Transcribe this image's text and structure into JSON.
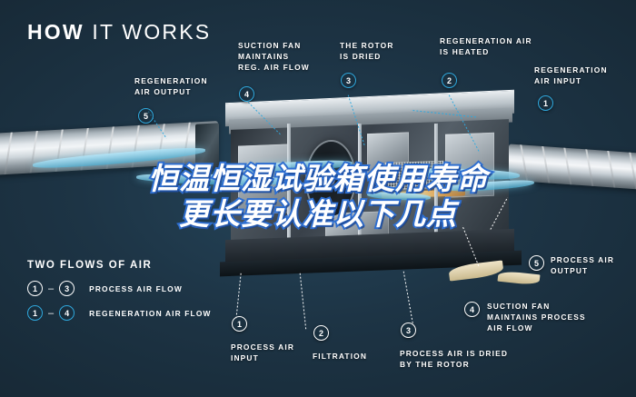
{
  "header": {
    "title_strong": "HOW",
    "title_light": " IT WORKS"
  },
  "overlay": {
    "line1": "恒温恒湿试验箱使用寿命",
    "line2": "更长要认准以下几点",
    "text_color": "#ffffff",
    "stroke_color": "#2f6fd0"
  },
  "colors": {
    "background": "#1b2f3f",
    "accent_cyan": "#2fa8dd",
    "label_white": "#ffffff",
    "airflow": "#b4e4f6"
  },
  "callouts": [
    {
      "id": "reg-air-output",
      "number": "5",
      "label": "REGENERATION\nAIR OUTPUT",
      "line1": "REGENERATION",
      "line2": "AIR OUTPUT",
      "line3": "",
      "style": "cyan"
    },
    {
      "id": "suction-fan-reg",
      "number": "4",
      "label": "SUCTION FAN MAINTAINS REG. AIR FLOW",
      "line1": "SUCTION FAN",
      "line2": "MAINTAINS",
      "line3": "REG. AIR FLOW",
      "style": "cyan"
    },
    {
      "id": "rotor-dried",
      "number": "3",
      "label": "THE ROTOR IS DRIED",
      "line1": "THE ROTOR",
      "line2": "IS DRIED",
      "line3": "",
      "style": "cyan"
    },
    {
      "id": "reg-air-heated",
      "number": "2",
      "label": "REGENERATION AIR IS HEATED",
      "line1": "REGENERATION AIR",
      "line2": "IS HEATED",
      "line3": "",
      "style": "cyan"
    },
    {
      "id": "reg-air-input",
      "number": "1",
      "label": "REGENERATION AIR INPUT",
      "line1": "REGENERATION",
      "line2": "AIR INPUT",
      "line3": "",
      "style": "cyan"
    },
    {
      "id": "process-air-output",
      "number": "5",
      "label": "PROCESS AIR OUTPUT",
      "line1": "PROCESS AIR",
      "line2": "OUTPUT",
      "line3": "",
      "style": "white"
    },
    {
      "id": "suction-fan-proc",
      "number": "4",
      "label": "SUCTION FAN MAINTAINS PROCESS AIR FLOW",
      "line1": "SUCTION FAN",
      "line2": "MAINTAINS PROCESS",
      "line3": "AIR FLOW",
      "style": "white"
    },
    {
      "id": "process-air-input",
      "number": "1",
      "label": "PROCESS AIR INPUT",
      "line1": "PROCESS AIR",
      "line2": "INPUT",
      "line3": "",
      "style": "white"
    },
    {
      "id": "filtration",
      "number": "2",
      "label": "FILTRATION",
      "line1": "FILTRATION",
      "line2": "",
      "line3": "",
      "style": "white"
    },
    {
      "id": "process-air-dried",
      "number": "3",
      "label": "PROCESS AIR IS DRIED BY THE ROTOR",
      "line1": "PROCESS AIR IS DRIED",
      "line2": "BY THE ROTOR",
      "line3": "",
      "style": "white"
    }
  ],
  "legend": {
    "title": "TWO FLOWS OF AIR",
    "rows": [
      {
        "from": "1",
        "dash": "–",
        "to": "3",
        "text": "PROCESS AIR FLOW",
        "style": "white"
      },
      {
        "from": "1",
        "dash": "–",
        "to": "4",
        "text": "REGENERATION AIR FLOW",
        "style": "cyan"
      }
    ]
  }
}
